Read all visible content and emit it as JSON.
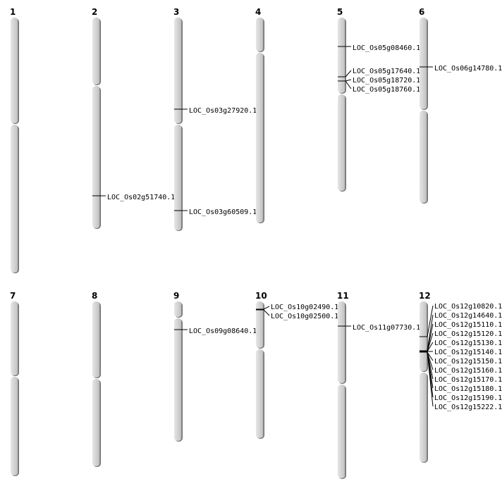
{
  "colors": {
    "chromosome_fill": "#d4d4d4",
    "chromosome_shadow": "#6e6e6e",
    "marker_line": "#000000"
  },
  "chromosomes": [
    {
      "name": "1",
      "markers": []
    },
    {
      "name": "2",
      "markers": [
        "LOC_Os02g51740.1"
      ]
    },
    {
      "name": "3",
      "markers": [
        "LOC_Os03g27920.1",
        "LOC_Os03g60509.1"
      ]
    },
    {
      "name": "4",
      "markers": []
    },
    {
      "name": "5",
      "markers": [
        "LOC_Os05g08460.1",
        "LOC_Os05g17640.1",
        "LOC_Os05g18720.1",
        "LOC_Os05g18760.1"
      ]
    },
    {
      "name": "6",
      "markers": [
        "LOC_Os06g14780.1"
      ]
    },
    {
      "name": "7",
      "markers": []
    },
    {
      "name": "8",
      "markers": []
    },
    {
      "name": "9",
      "markers": [
        "LOC_Os09g08640.1"
      ]
    },
    {
      "name": "10",
      "markers": [
        "LOC_Os10g02490.1",
        "LOC_Os10g02500.1"
      ]
    },
    {
      "name": "11",
      "markers": [
        "LOC_Os11g07730.1"
      ]
    },
    {
      "name": "12",
      "markers": [
        "LOC_Os12g10820.1",
        "LOC_Os12g14640.1",
        "LOC_Os12g15110.1",
        "LOC_Os12g15120.1",
        "LOC_Os12g15130.1",
        "LOC_Os12g15140.1",
        "LOC_Os12g15150.1",
        "LOC_Os12g15160.1",
        "LOC_Os12g15170.1",
        "LOC_Os12g15180.1",
        "LOC_Os12g15190.1",
        "LOC_Os12g15222.1"
      ]
    }
  ]
}
